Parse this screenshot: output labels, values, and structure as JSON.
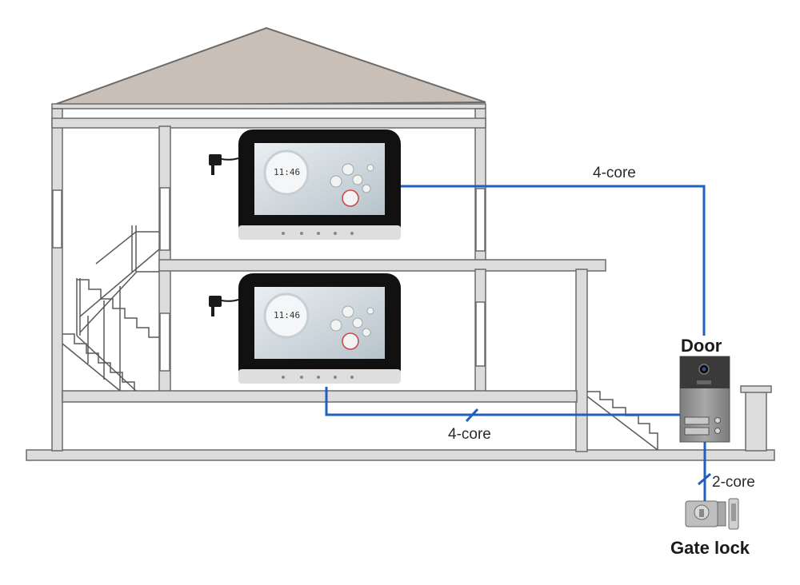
{
  "labels": {
    "upper_wire": "4-core",
    "lower_wire": "4-core",
    "lock_wire": "2-core",
    "door": "Door",
    "gate_lock": "Gate lock"
  },
  "monitors": [
    {
      "clock": "11:46"
    },
    {
      "clock": "11:46"
    }
  ],
  "colors": {
    "wire": "#1f5fbf",
    "roof": "#c9bfb6",
    "wall": "#dcdcdc",
    "wall_stroke": "#6b6b6b",
    "panel": "#8f8f8f"
  }
}
